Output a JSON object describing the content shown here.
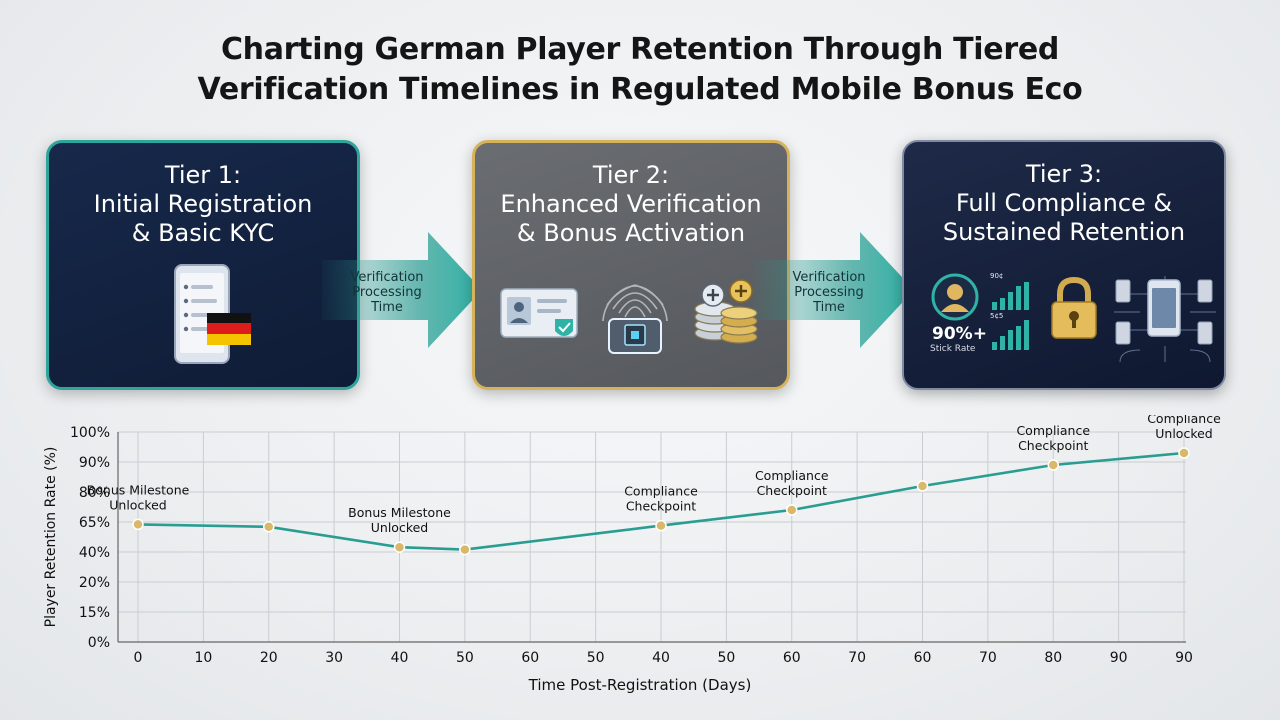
{
  "title": {
    "line1": "Charting German Player Retention Through Tiered",
    "line2": "Verification Timelines in Regulated Mobile Bonus Eco"
  },
  "tiers": [
    {
      "line1": "Tier 1:",
      "line2": "Initial Registration",
      "line3": "& Basic KYC",
      "icons": [
        "smartphone-icon",
        "german-flag-icon"
      ]
    },
    {
      "line1": "Tier 2:",
      "line2": "Enhanced Verification",
      "line3": "& Bonus Activation",
      "icons": [
        "id-card-icon",
        "fingerprint-icon",
        "coin-stack-icon"
      ]
    },
    {
      "line1": "Tier 3:",
      "line2": "Full Compliance &",
      "line3": "Sustained Retention",
      "icons": [
        "user-avatar-icon",
        "bar-chart-icon",
        "padlock-icon",
        "network-devices-icon"
      ],
      "stat_value": "90%+",
      "stat_label": "Stick Rate",
      "mini_label_1": "90¢",
      "mini_label_2": "5¢5"
    }
  ],
  "arrows": [
    {
      "line1": "Verification",
      "line2": "Processing",
      "line3": "Time"
    },
    {
      "line1": "Verification",
      "line2": "Processing",
      "line3": "Time"
    }
  ],
  "colors": {
    "teal": "#2a9d92",
    "gold": "#d6b25a",
    "navy": "#14233f",
    "point_fill": "#d9b86a",
    "grid": "#c9cdd2"
  },
  "chart_data": {
    "type": "line",
    "title": "",
    "xlabel": "Time Post-Registration (Days)",
    "ylabel": "Player Retention Rate (%)",
    "x_tick_labels": [
      "0",
      "10",
      "20",
      "30",
      "40",
      "50",
      "60",
      "50",
      "40",
      "50",
      "60",
      "70",
      "60",
      "70",
      "80",
      "90",
      "90"
    ],
    "y_tick_labels": [
      "0%",
      "15%",
      "20%",
      "40%",
      "65%",
      "80%",
      "90%",
      "100%"
    ],
    "grid": true,
    "series": [
      {
        "name": "",
        "points": [
          {
            "x_index": 0,
            "y": 63
          },
          {
            "x_index": 2,
            "y": 61
          },
          {
            "x_index": 4,
            "y": 44
          },
          {
            "x_index": 5,
            "y": 42
          },
          {
            "x_index": 8,
            "y": 62
          },
          {
            "x_index": 10,
            "y": 71
          },
          {
            "x_index": 12,
            "y": 82
          },
          {
            "x_index": 14,
            "y": 89
          },
          {
            "x_index": 16,
            "y": 93
          }
        ]
      }
    ],
    "annotations": [
      {
        "x_index": 0,
        "y": 63,
        "line1": "Bonus Milestone",
        "line2": "Unlocked",
        "placement": "above"
      },
      {
        "x_index": 4,
        "y": 44,
        "line1": "Bonus Milestone",
        "line2": "Unlocked",
        "placement": "above"
      },
      {
        "x_index": 8,
        "y": 62,
        "line1": "Compliance",
        "line2": "Checkpoint",
        "placement": "above"
      },
      {
        "x_index": 10,
        "y": 71,
        "line1": "Compliance",
        "line2": "Checkpoint",
        "placement": "above"
      },
      {
        "x_index": 14,
        "y": 89,
        "line1": "Compliance",
        "line2": "Checkpoint",
        "placement": "above"
      },
      {
        "x_index": 16,
        "y": 93,
        "line1": "Compliance",
        "line2": "Unlocked",
        "placement": "above"
      }
    ]
  }
}
